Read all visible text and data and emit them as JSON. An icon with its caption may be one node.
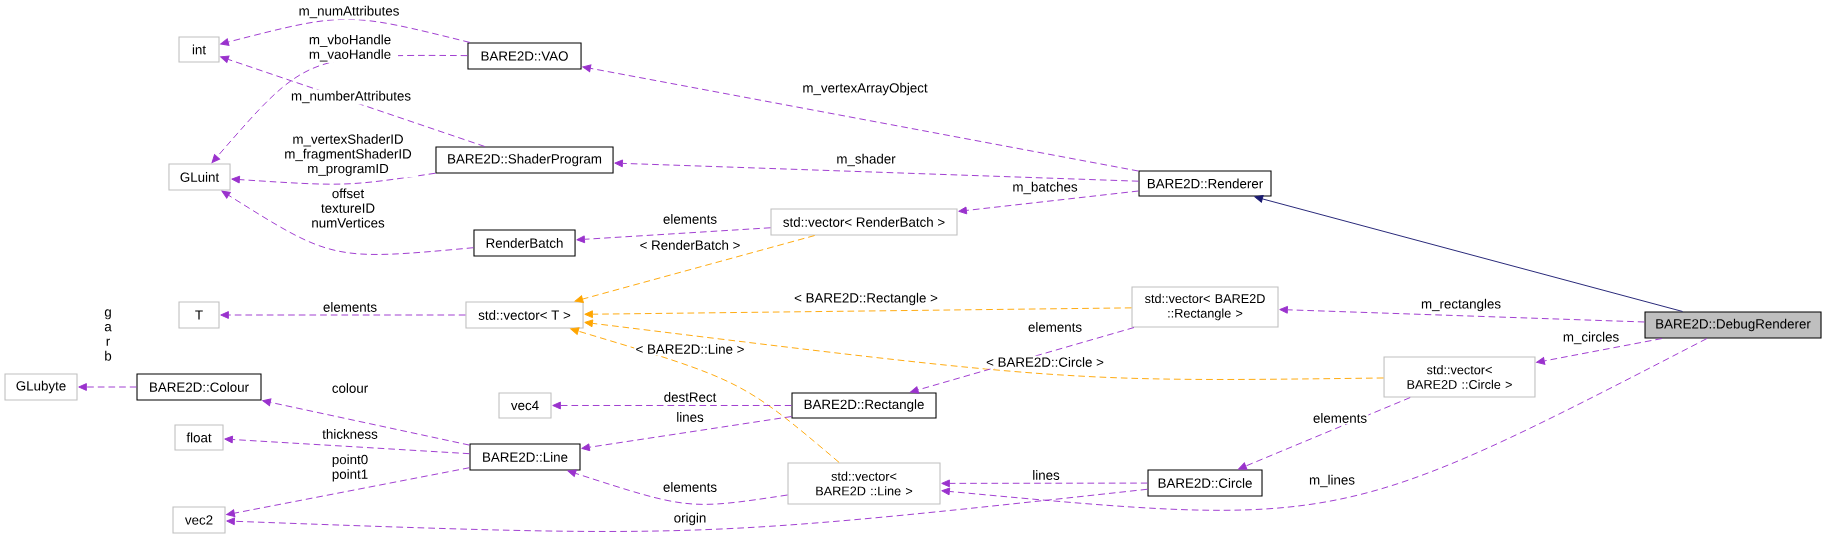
{
  "diagram": {
    "nodes": [
      {
        "text": [
          "int"
        ]
      },
      {
        "text": [
          "GLuint"
        ]
      },
      {
        "text": [
          "BARE2D::VAO"
        ]
      },
      {
        "text": [
          "BARE2D::ShaderProgram"
        ]
      },
      {
        "text": [
          "RenderBatch"
        ]
      },
      {
        "text": [
          "T"
        ]
      },
      {
        "text": [
          "std::vector< T >"
        ]
      },
      {
        "text": [
          "GLubyte"
        ]
      },
      {
        "text": [
          "BARE2D::Colour"
        ]
      },
      {
        "text": [
          "vec4"
        ]
      },
      {
        "text": [
          "float"
        ]
      },
      {
        "text": [
          "BARE2D::Line"
        ]
      },
      {
        "text": [
          "vec2"
        ]
      },
      {
        "text": [
          "std::vector< RenderBatch >"
        ]
      },
      {
        "text": [
          "BARE2D::Renderer"
        ]
      },
      {
        "text": [
          "std::vector< BARE2D ::Rectangle >"
        ]
      },
      {
        "text": [
          "BARE2D::Rectangle"
        ]
      },
      {
        "text": [
          "std::vector< BARE2D ::Line >"
        ]
      },
      {
        "text": [
          "BARE2D::Circle"
        ]
      },
      {
        "text": [
          "std::vector< BARE2D ::Circle >"
        ]
      },
      {
        "text": [
          "BARE2D::DebugRenderer"
        ]
      }
    ],
    "edges": [
      {
        "from": 2,
        "to": 0,
        "arrow": "to",
        "label": "m_numAttributes",
        "style": "dashed"
      },
      {
        "from": 2,
        "to": 1,
        "arrow": "to",
        "label": "m_vboHandle m_vaoHandle",
        "style": "dashed"
      },
      {
        "from": 3,
        "to": 0,
        "arrow": "to",
        "label": "m_numberAttributes",
        "style": "dashed"
      },
      {
        "from": 3,
        "to": 1,
        "arrow": "to",
        "label": "m_vertexShaderID m_fragmentShaderID m_programID",
        "style": "dashed"
      },
      {
        "from": 4,
        "to": 1,
        "arrow": "to",
        "label": "offset textureID numVertices",
        "style": "dashed"
      },
      {
        "from": 14,
        "to": 2,
        "arrow": "to",
        "label": "m_vertexArrayObject",
        "style": "dashed"
      },
      {
        "from": 14,
        "to": 3,
        "arrow": "to",
        "label": "m_shader",
        "style": "dashed"
      },
      {
        "from": 14,
        "to": 13,
        "arrow": "to",
        "label": "m_batches",
        "style": "dashed"
      },
      {
        "from": 13,
        "to": 4,
        "arrow": "to",
        "label": "elements",
        "style": "dashed"
      },
      {
        "from": 13,
        "to": 6,
        "arrow": "to",
        "label": "< RenderBatch >",
        "style": "dashed",
        "color": "#ffa500"
      },
      {
        "from": 6,
        "to": 5,
        "arrow": "to",
        "label": "elements",
        "style": "dashed"
      },
      {
        "from": 15,
        "to": 6,
        "arrow": "to",
        "label": "< BARE2D::Rectangle >",
        "style": "dashed",
        "color": "#ffa500"
      },
      {
        "from": 19,
        "to": 6,
        "arrow": "to",
        "label": "< BARE2D::Circle >",
        "style": "dashed",
        "color": "#ffa500"
      },
      {
        "from": 17,
        "to": 6,
        "arrow": "to",
        "label": "< BARE2D::Line >",
        "style": "dashed",
        "color": "#ffa500"
      },
      {
        "from": 8,
        "to": 7,
        "arrow": "to",
        "label": "g a r b",
        "style": "dashed"
      },
      {
        "from": 11,
        "to": 8,
        "arrow": "to",
        "label": "colour",
        "style": "dashed"
      },
      {
        "from": 11,
        "to": 10,
        "arrow": "to",
        "label": "thickness",
        "style": "dashed"
      },
      {
        "from": 11,
        "to": 12,
        "arrow": "to",
        "label": "point0 point1",
        "style": "dashed"
      },
      {
        "from": 16,
        "to": 9,
        "arrow": "to",
        "label": "destRect",
        "style": "dashed"
      },
      {
        "from": 16,
        "to": 11,
        "arrow": "to",
        "label": "lines",
        "style": "dashed"
      },
      {
        "from": 15,
        "to": 16,
        "arrow": "to",
        "label": "elements",
        "style": "dashed"
      },
      {
        "from": 17,
        "to": 11,
        "arrow": "to",
        "label": "elements",
        "style": "dashed"
      },
      {
        "from": 18,
        "to": 17,
        "arrow": "to",
        "label": "lines",
        "style": "dashed"
      },
      {
        "from": 18,
        "to": 12,
        "arrow": "to",
        "label": "origin",
        "style": "dashed"
      },
      {
        "from": 20,
        "to": 14,
        "arrow": "to",
        "color": "#191970"
      },
      {
        "from": 20,
        "to": 15,
        "arrow": "to",
        "label": "m_rectangles",
        "style": "dashed"
      },
      {
        "from": 20,
        "to": 19,
        "arrow": "to",
        "label": "m_circles",
        "style": "dashed"
      },
      {
        "from": 20,
        "to": 17,
        "arrow": "to",
        "label": "m_lines",
        "style": "dashed"
      },
      {
        "from": 19,
        "to": 18,
        "arrow": "to",
        "label": "elements",
        "style": "dashed"
      }
    ]
  }
}
